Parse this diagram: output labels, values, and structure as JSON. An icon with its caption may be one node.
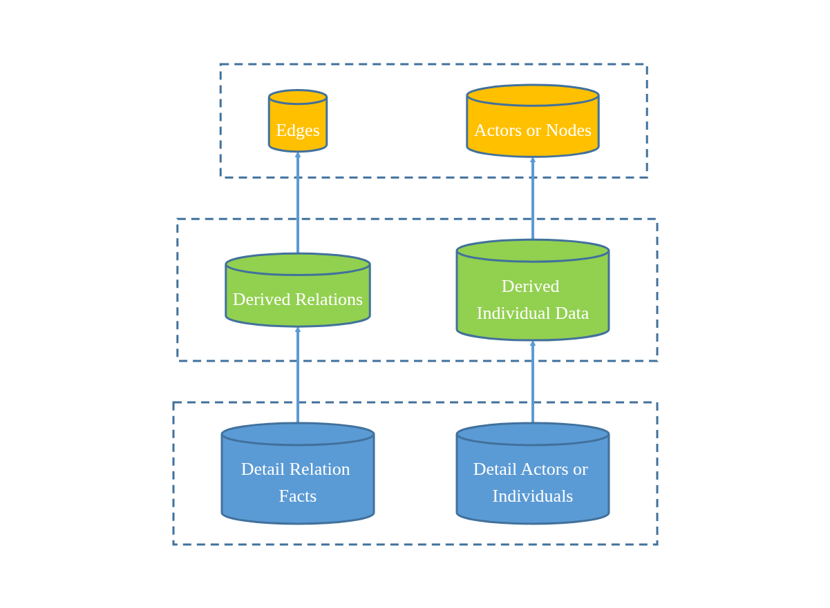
{
  "diagram": {
    "nodes": [
      {
        "text": [],
        "shape": "box"
      },
      {
        "text": [
          "Edges"
        ],
        "in": 0
      },
      {
        "text": [
          "Actors or Nodes"
        ],
        "in": 0
      },
      {
        "text": [],
        "shape": "box"
      },
      {
        "text": [
          "Derived Relations"
        ],
        "in": 3
      },
      {
        "text": [
          "Derived Individual Data"
        ],
        "in": 3
      },
      {
        "text": [],
        "shape": "box"
      },
      {
        "text": [
          "Detail Relation Facts"
        ],
        "in": 6
      },
      {
        "text": [
          "Detail Actors or Individuals"
        ],
        "in": 6
      }
    ],
    "edges": [
      {
        "from": 4,
        "to": 1,
        "arrow": "to"
      },
      {
        "from": 5,
        "to": 2,
        "arrow": "to"
      },
      {
        "from": 7,
        "to": 4,
        "arrow": "to"
      },
      {
        "from": 8,
        "to": 5,
        "arrow": "to"
      }
    ]
  }
}
